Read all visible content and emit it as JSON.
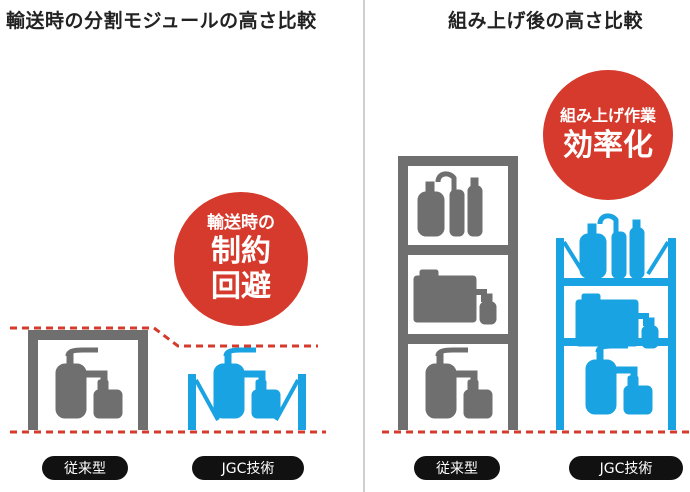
{
  "titles": {
    "left": "輸送時の分割モジュールの高さ比較",
    "right": "組み上げ後の高さ比較"
  },
  "badges": {
    "left": {
      "line1": "輸送時の",
      "line2": "制約",
      "line3": "回避"
    },
    "right": {
      "line1": "組み上げ作業",
      "line2": "効率化"
    }
  },
  "labels": {
    "conventional": "従来型",
    "jgc": "JGC技術"
  },
  "colors": {
    "gray_module": "#6f6f6f",
    "blue_module": "#1aa3e2",
    "badge_red": "#d63a2c",
    "dashed_line": "#d63a2c",
    "pill_bg": "#111111"
  }
}
